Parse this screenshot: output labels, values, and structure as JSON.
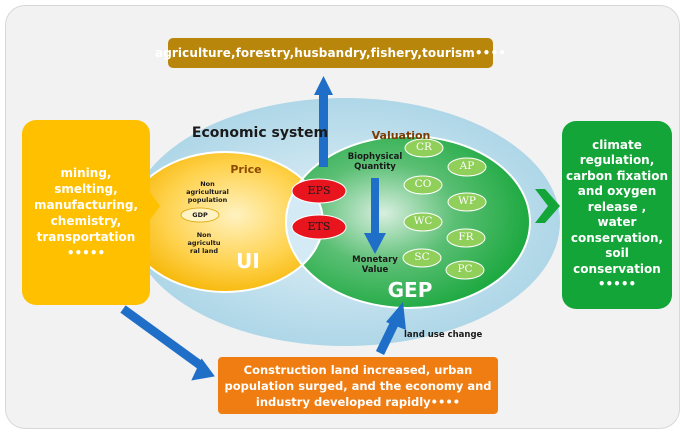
{
  "top_box": {
    "text": "agriculture,forestry,husbandry,fishery,tourism••••"
  },
  "economic_system": {
    "label": "Economic system"
  },
  "left_box": {
    "lines": [
      "mining,",
      "smelting,",
      "manufacturing,",
      "chemistry,",
      "transportation",
      "•••••"
    ]
  },
  "ui_circle": {
    "price_label": "Price",
    "items": [
      "Non agricultural population",
      "GDP",
      "Non agricultu ral land"
    ],
    "label": "UI"
  },
  "overlap": {
    "items": [
      "EPS",
      "ETS"
    ]
  },
  "gep_circle": {
    "valuation_label": "Valuation",
    "biophysical_label": "Biophysical Quantity",
    "monetary_label": "Monetary Value",
    "label": "GEP",
    "services_left": [
      "CR",
      "CO",
      "WC",
      "SC"
    ],
    "services_right": [
      "AP",
      "WP",
      "FR",
      "PC"
    ]
  },
  "right_box": {
    "lines": [
      "climate",
      "regulation,",
      "carbon fixation",
      "and oxygen",
      "release ,",
      "water",
      "conservation,",
      "soil",
      "conservation",
      "•••••"
    ]
  },
  "land_use_change": {
    "label": "land use change"
  },
  "bottom_box": {
    "lines": [
      "Construction land  increased, urban",
      "population surged, and the economy and",
      "industry  developed rapidly••••"
    ]
  },
  "colors": {
    "top_box": "#b8860b",
    "left_box": "#ffc000",
    "right_box": "#13a538",
    "bottom_box": "#f07d12",
    "economic_ellipse": "#b9dcea",
    "ui_circle": "#ffc000",
    "gep_circle": "#1fa84a",
    "service_pill": "#8fcf5a",
    "red_pill": "#e8141e",
    "arrow_blue": "#1f6fc8",
    "valuation_text": "#7a3b00"
  }
}
